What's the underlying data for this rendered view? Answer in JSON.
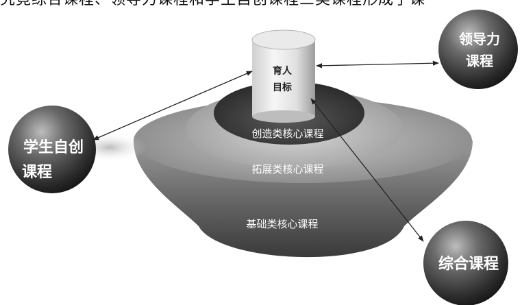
{
  "header_fragment": "究竟综合课程、领导力课程和学生自创课程三类课程形成了课",
  "core": {
    "line1": "育人",
    "line2": "目标"
  },
  "layers": {
    "inner": "创造类核心课程",
    "middle": "拓展类核心课程",
    "outer": "基础类核心课程"
  },
  "spheres": {
    "leadership": {
      "line1": "领导力",
      "line2": "课程"
    },
    "student": {
      "line1": "学生自创",
      "line2": "课程"
    },
    "comprehensive": {
      "line1": "综合课程"
    }
  }
}
